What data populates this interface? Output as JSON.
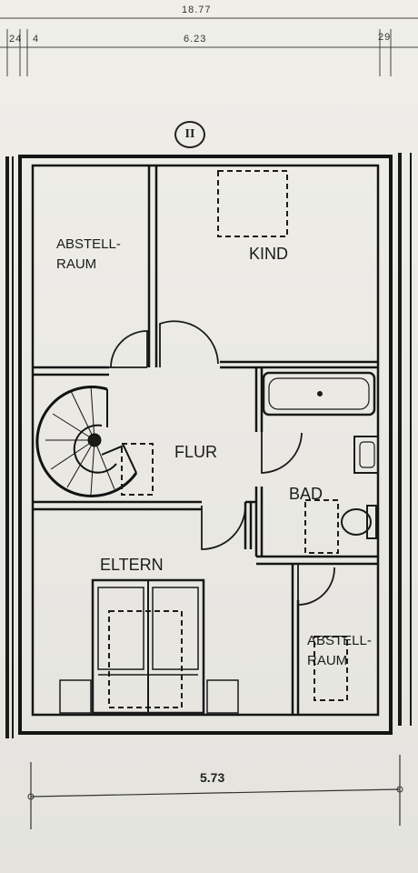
{
  "dimensions": {
    "top_overall": "18.77",
    "top_inner": "6.23",
    "top_left_a": "24",
    "top_left_b": "4",
    "top_right": "29",
    "bottom_width": "5.73"
  },
  "floor_marker": "II",
  "rooms": {
    "abstellraum_top": [
      "ABSTELL-",
      "RAUM"
    ],
    "kind": "KIND",
    "flur": "FLUR",
    "bad": "BAD",
    "eltern": "ELTERN",
    "abstellraum_bottom": [
      "ABSTELL-",
      "RAUM"
    ]
  }
}
